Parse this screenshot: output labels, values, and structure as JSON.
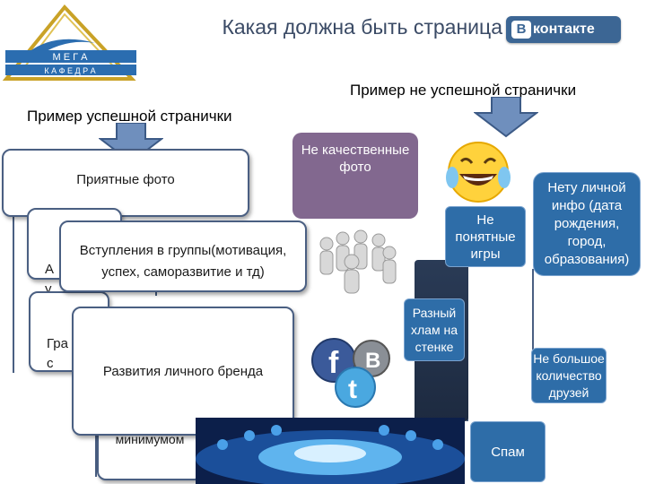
{
  "header": {
    "title": "Какая должна быть страница",
    "vk_logo_text": "контакте",
    "vk_logo_letter": "В"
  },
  "logo": {
    "text_top": "М Е Г А",
    "text_bottom": "К А Ф Е Д Р А"
  },
  "left_heading": "Пример успешной странички",
  "right_heading": "Пример не успешной странички",
  "good": {
    "card1": "Приятные фото",
    "card2_partial": "А\nу",
    "card3": "Вступления в группы(мотивация, успех, саморазвитие и тд)",
    "card4_partial": "Гра\nс",
    "card5": "Развития личного бренда",
    "card6_partial": "минимумом"
  },
  "bad": {
    "purple_photos": "Не качественные фото",
    "games": "Не понятные игры",
    "no_info": "Нету  личной инфо (дата рождения, город, образования)",
    "junk": "Разный хлам на стенке",
    "few_friends": "Не большое количество друзей",
    "spam": "Спам"
  },
  "colors": {
    "title": "#3b4b66",
    "vk_blue": "#3c6694",
    "card_border": "#4a5f82",
    "box_blue": "#2e6da8",
    "purple": "#82688f"
  },
  "icons": [
    "mega-logo",
    "vk-logo",
    "arrow-down-icon",
    "laughing-emoji-icon",
    "people-group-icon",
    "social-icons",
    "globe-people-icon"
  ]
}
